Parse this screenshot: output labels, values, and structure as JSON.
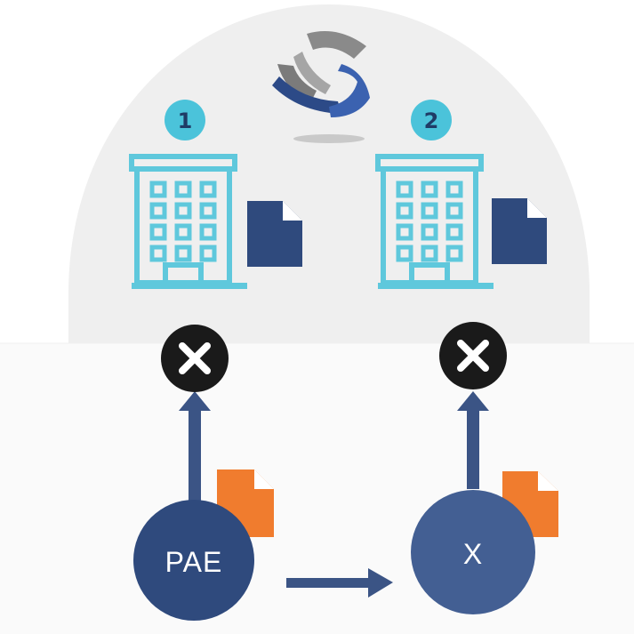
{
  "colors": {
    "dome": "#efefef",
    "lower_bg": "#fafafa",
    "badge": "#4bc3da",
    "building": "#5fc8dc",
    "doc_navy": "#2f4a7d",
    "doc_orange": "#f07c2e",
    "blocked": "#1a1a1a",
    "arrow": "#3b5485",
    "node": "#2f4a7d",
    "node_x": "#435f93"
  },
  "icons": [
    "globe-logo-icon",
    "building-icon",
    "document-icon",
    "blocked-x-icon",
    "arrow-icon"
  ],
  "branches": [
    {
      "badge": "1"
    },
    {
      "badge": "2"
    }
  ],
  "nodes": {
    "pae": {
      "label": "PAE"
    },
    "x": {
      "label": "X"
    }
  }
}
